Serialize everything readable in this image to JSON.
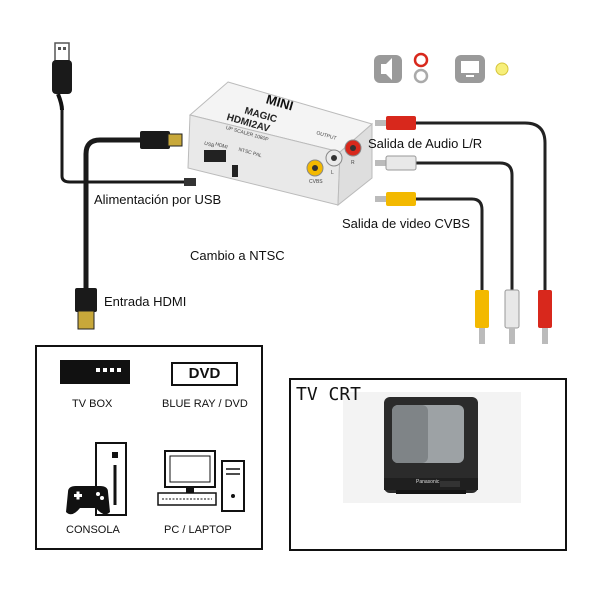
{
  "labels": {
    "usb_power": "Alimentación por USB",
    "ntsc": "Cambio a NTSC",
    "hdmi_in": "Entrada HDMI",
    "audio_out": "Salida de Audio L/R",
    "video_out": "Salida de video CVBS"
  },
  "devices": {
    "tvbox": "TV BOX",
    "bluray": "BLUE RAY / DVD",
    "console": "CONSOLA",
    "pc": "PC / LAPTOP",
    "dvd_logo": "DVD"
  },
  "tv": {
    "title": "TV CRT",
    "brand": "Panasonic"
  },
  "converter": {
    "mini": "MINI",
    "brand": "MAGIC",
    "model": "HDMI2AV",
    "sub": "UP SCALER 1080P",
    "ntsc_pal": "NTSC PAL",
    "usb": "USB",
    "hdmi": "HDMI",
    "output": "OUTPUT",
    "l": "L",
    "r": "R",
    "cvbs": "CVBS"
  },
  "colors": {
    "red": "#d8281c",
    "white": "#e8e8e8",
    "yellow": "#f3b900",
    "indicator": "#f7ef7a"
  }
}
